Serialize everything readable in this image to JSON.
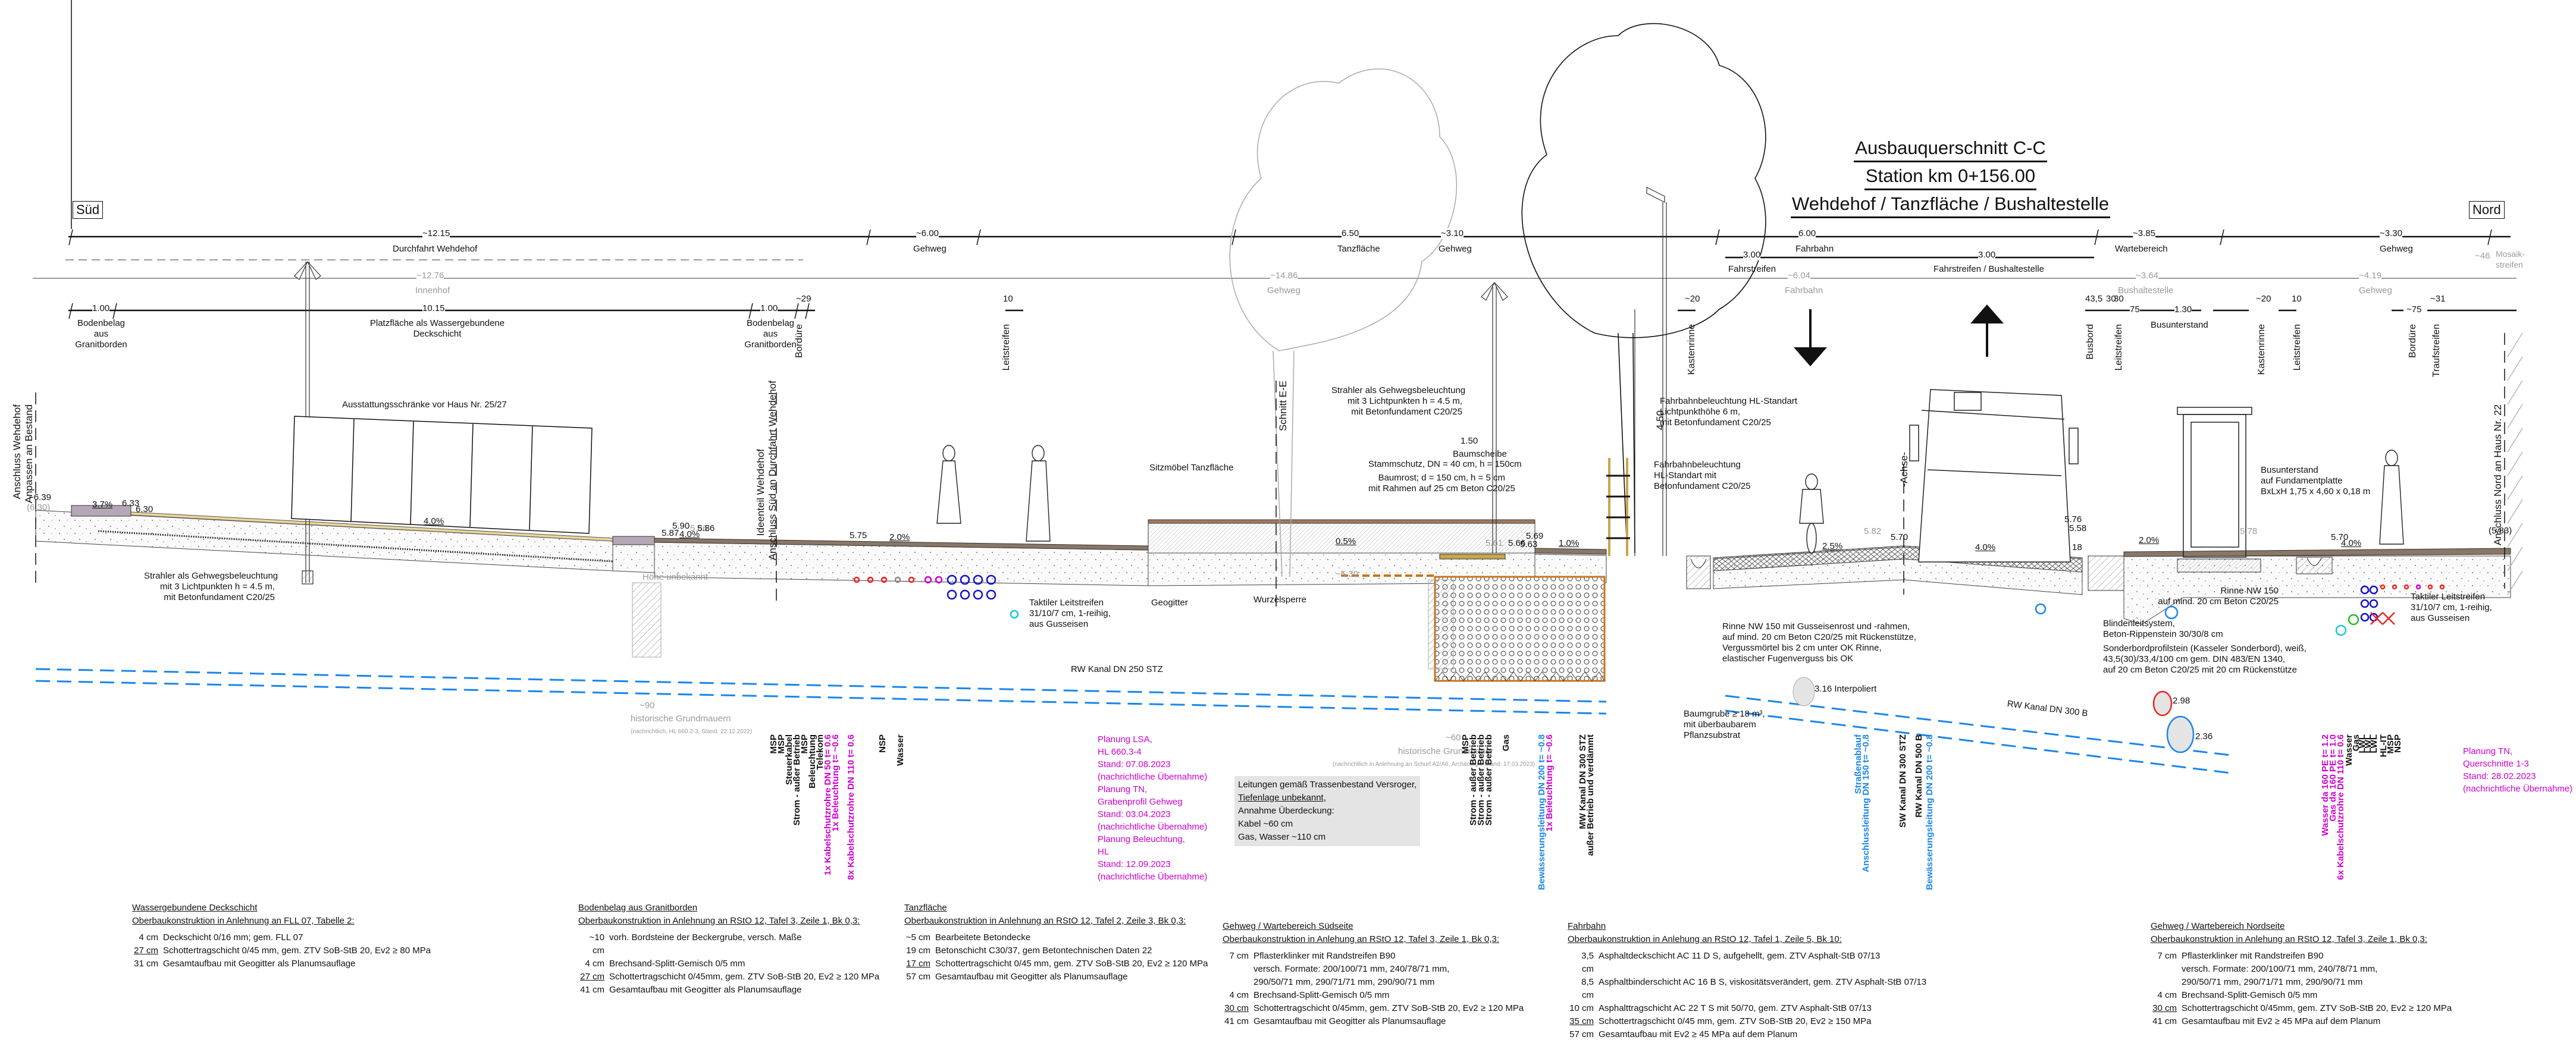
{
  "title": {
    "line1": "Ausbauquerschnitt C-C",
    "line2": "Station km 0+156.00",
    "line3": "Wehdehof / Tanzfläche / Bushaltestelle"
  },
  "directions": {
    "south": "Süd",
    "north": "Nord"
  },
  "dimensions_top": [
    {
      "value": "~12.15",
      "label": "Durchfahrt Wehdehof"
    },
    {
      "value": "~6.00",
      "label": "Gehweg"
    },
    {
      "value": "6.50",
      "label": "Tanzfläche"
    },
    {
      "value": "~3.10",
      "label": "Gehweg"
    },
    {
      "value": "6.00",
      "label": "Fahrbahn"
    },
    {
      "value": "~3.85",
      "label": "Wartebereich"
    },
    {
      "value": "~3.30",
      "label": "Gehweg"
    }
  ],
  "dimensions_lanes": [
    {
      "value": "3.00",
      "label": "Fahrstreifen"
    },
    {
      "value": "3.00",
      "label": "Fahrstreifen / Bushaltestelle"
    }
  ],
  "dimensions_existing": [
    {
      "value": "~12.76",
      "label": "Innenhof"
    },
    {
      "value": "~14.86",
      "label": "Gehweg"
    },
    {
      "value": "~6.04",
      "label": "Fahrbahn"
    },
    {
      "value": "~3.64",
      "label": "Bushaltestelle"
    },
    {
      "value": "~4.19",
      "label": "Gehweg"
    },
    {
      "value": "~46",
      "label": "Mosaik-streifen"
    }
  ],
  "dimensions_detail": [
    {
      "value": "1.00",
      "label": "Bodenbelag aus Granitborden"
    },
    {
      "value": "10.15",
      "label": "Platzfläche als Wassergebundene Deckschicht"
    },
    {
      "value": "1.00",
      "label": "Bodenbelag aus Granitborden"
    },
    {
      "value": "~29",
      "label": "Bordüre"
    },
    {
      "value": "10",
      "label": "Leitstreifen"
    },
    {
      "value": "~20",
      "label": "Kastenrinne"
    },
    {
      "value": "43,5",
      "label": "Busbord"
    },
    {
      "value": "30",
      "label": ""
    },
    {
      "value": "30",
      "label": "Leitstreifen"
    },
    {
      "value": "75",
      "label": ""
    },
    {
      "value": "1.30",
      "label": "Busunterstand"
    },
    {
      "value": "~20",
      "label": "Kastenrinne"
    },
    {
      "value": "10",
      "label": "Leitstreifen"
    },
    {
      "value": "~75",
      "label": "Bordüre"
    },
    {
      "value": "~31",
      "label": "Traufstreifen"
    }
  ],
  "vertical_labels": {
    "anschluss_wehdehof": "Anschluss Wehdehof",
    "anpassen": "Anpassen an Bestand",
    "ideenteil": "Ideenteil Wehdehof",
    "anschluss_sued": "Anschluss Süd an Durchfahrt Wehdehof",
    "schnitt": "Schnitt E-E",
    "achse": "-Achse-",
    "anschluss_nord": "Anschluss Nord an Haus Nr. 22",
    "height_450": "4.50"
  },
  "elevations": [
    "~6.39",
    "(6.30)",
    "6.33",
    "6.30",
    "5.87",
    "5.90",
    "5.86",
    "5.86",
    "5.75",
    "5.69",
    "5.61",
    "5.66",
    "5.63",
    "5.82",
    "5.70",
    "5.76",
    "5.58",
    "5.78",
    "5.70",
    "(5.83)",
    "~5.30"
  ],
  "slopes": [
    "3.7%",
    "4.0%",
    "4.0%",
    "2.0%",
    "0.5%",
    "1.0%",
    "2.5%",
    "4.0%",
    "2.0%",
    "4.0%"
  ],
  "annotations": {
    "schraenke": "Ausstattungsschränke vor Haus Nr. 25/27",
    "strahler_left": [
      "Strahler als Gehwegsbeleuchtung",
      "mit 3 Lichtpunkten h = 4.5 m,",
      "mit Betonfundament C20/25"
    ],
    "strahler_mid": [
      "Strahler als Gehwegsbeleuchtung",
      "mit 3 Lichtpunkten h = 4.5 m,",
      "mit Betonfundament C20/25"
    ],
    "hoehe_unbekannt": "Höhe unbekannt",
    "taktil_left": [
      "Taktiler Leitstreifen",
      "31/10/7 cm, 1-reihig,",
      "aus Gusseisen"
    ],
    "geogitter": "Geogitter",
    "sitzmoebel": "Sitzmöbel Tanzfläche",
    "wurzelsperre": "Wurzelsperre",
    "baumscheibe_dim": "1.50",
    "baumscheibe": "Baumscheibe",
    "stammschutz": "Stammschutz, DN = 40 cm, h = 150cm",
    "baumrost": [
      "Baumrost; d = 150 cm, h = 5 cm",
      "mit Rahmen auf 25 cm Beton C20/25"
    ],
    "fahrbahn_bel_1": [
      "Fahrbahnbeleuchtung HL-Standart",
      "Lichtpunkthöhe 6 m,",
      "mit Betonfundament C20/25"
    ],
    "fahrbahn_bel_2": [
      "Fahrbahnbeleuchtung",
      "HL-Standart mit",
      "Betonfundament C20/25"
    ],
    "rinne_left": [
      "Rinne NW 150 mit Gusseisenrost und -rahmen,",
      "auf mind. 20 cm Beton C20/25 mit Rückenstütze,",
      "Vergussmörtel bis 2 cm unter OK Rinne,",
      "elastischer Fugenverguss bis OK"
    ],
    "baumgrube": [
      "Baumgrube ≥ 18 m³,",
      "mit überbaubarem",
      "Pflanzsubstrat"
    ],
    "rinne_right": [
      "Rinne NW 150",
      "auf mind. 20 cm Beton C20/25"
    ],
    "blindenleit": [
      "Blindenleitsystem,",
      "Beton-Rippenstein 30/30/8 cm"
    ],
    "sonderbord": [
      "Sonderbordprofilstein (Kasseler Sonderbord), weiß,",
      "43,5(30)/33,4/100 cm gem. DIN 483/EN 1340,",
      "auf 20 cm Beton C20/25 mit 20 cm Rückenstütze"
    ],
    "busunterstand": [
      "Busunterstand",
      "auf Fundamentplatte",
      "BxLxH 1,75  x 4,60 x 0,18 m"
    ],
    "taktil_right": [
      "Taktiler Leitstreifen",
      "31/10/7 cm, 1-reihig,",
      "aus Gusseisen"
    ],
    "bus_height": "18"
  },
  "pipes": {
    "rw_250": "RW Kanal DN 250 STZ",
    "rw_300": "RW Kanal DN 300 B",
    "interpoliert": "3.16 Interpoliert",
    "elev_298": "2.98",
    "elev_236": "2.36"
  },
  "historic": {
    "left_dim": "~90",
    "left_label": "historische Grundmauern",
    "left_note": "(nachrichtlich, HL 660.2-3, Stand: 22.12.2022)",
    "right_dim": "~60",
    "right_label": "historische Grundmauer",
    "right_note": "(nachrichtlich in Anlehnung an Schurf A2/A6, Archäologie Stand: 17.03.2023)"
  },
  "utilities_left": [
    {
      "text": "MSP",
      "color": "black"
    },
    {
      "text": "MSP",
      "color": "black"
    },
    {
      "text": "Steuerkabel",
      "color": "black"
    },
    {
      "text": "Strom - außer Betrieb",
      "color": "black"
    },
    {
      "text": "MSP",
      "color": "black"
    },
    {
      "text": "Beleuchtung",
      "color": "black"
    },
    {
      "text": "Telekom",
      "color": "black"
    },
    {
      "text": "1x Kabelschutzrohre DN 50 t= 0.6",
      "color": "magenta"
    },
    {
      "text": "1x Beleuchtung t= ~0.6",
      "color": "magenta"
    },
    {
      "text": "8x Kabelschutzrohre DN 110 t= 0.6",
      "color": "magenta"
    },
    {
      "text": "NSP",
      "color": "black"
    },
    {
      "text": "Wasser",
      "color": "black"
    }
  ],
  "utilities_mid": [
    {
      "text": "MSP",
      "color": "black"
    },
    {
      "text": "Strom - außer Betrieb",
      "color": "black"
    },
    {
      "text": "Strom - außer Betrieb",
      "color": "black"
    },
    {
      "text": "Strom - außer Betrieb",
      "color": "black"
    },
    {
      "text": "Gas",
      "color": "black"
    },
    {
      "text": "Bewässerungsleitung DN 200  t= ~0.8",
      "color": "blue"
    },
    {
      "text": "1x Beleuchtung  t= ~0.6",
      "color": "magenta"
    },
    {
      "text": "MW Kanal DN 300 STZ",
      "color": "black"
    },
    {
      "text": "außer Betrieb und verdämmt",
      "color": "black"
    },
    {
      "text": "Straßenablauf",
      "color": "blue"
    },
    {
      "text": "Anschlussleitung DN 150 t= ~0.8",
      "color": "blue"
    },
    {
      "text": "SW Kanal DN 300 STZ",
      "color": "black"
    },
    {
      "text": "RW Kanal DN 500 B",
      "color": "black"
    },
    {
      "text": "Bewässerungsleitung DN 200 t= ~0.8",
      "color": "blue"
    },
    {
      "text": "Wasser da 160 PE t= 1.2",
      "color": "magenta"
    },
    {
      "text": "Gas da 160 PE t= 1.0",
      "color": "magenta"
    },
    {
      "text": "6x Kabelschutzrohre DN 110 t= 0.6",
      "color": "magenta"
    },
    {
      "text": "Wasser",
      "color": "black"
    },
    {
      "text": "Gas",
      "color": "black"
    },
    {
      "text": "LWL",
      "color": "black"
    },
    {
      "text": "LWL",
      "color": "black"
    },
    {
      "text": "LWL",
      "color": "black"
    },
    {
      "text": "HL-IT",
      "color": "black"
    },
    {
      "text": "MSP",
      "color": "black"
    },
    {
      "text": "NSP",
      "color": "black"
    }
  ],
  "planning_notes_left": [
    "Planung LSA,",
    "HL 660.3-4",
    "Stand: 07.08.2023",
    "(nachrichtliche Übernahme)",
    "Planung TN,",
    "Grabenprofil Gehweg",
    "Stand: 03.04.2023",
    "(nachrichtliche Übernahme)",
    "Planung Beleuchtung,",
    "HL",
    "Stand: 12.09.2023",
    "(nachrichtliche Übernahme)"
  ],
  "planning_notes_right": [
    "Planung TN,",
    "Querschnitte 1-3",
    "Stand: 28.02.2023",
    "(nachrichtliche Übernahme)"
  ],
  "leitungen_box": [
    "Leitungen gemäß Trassenbestand Versroger,",
    "Tiefenlage unbekannt,",
    "Annahme Überdeckung:",
    "Kabel ~60 cm",
    "Gas, Wasser ~110 cm"
  ],
  "legends": [
    {
      "title": "Wassergebundene Deckschicht",
      "subtitle": "Oberbaukonstruktion in Anlehnung an FLL 07, Tabelle 2:",
      "rows": [
        {
          "t": "4 cm",
          "d": "Deckschicht 0/16 mm; gem. FLL 07"
        },
        {
          "t": "27 cm",
          "d": "Schottertragschicht 0/45 mm, gem. ZTV SoB-StB 20, Ev2 ≥ 80 MPa",
          "ul": true
        },
        {
          "t": "31 cm",
          "d": "Gesamtaufbau mit Geogitter als Planumsauflage"
        }
      ]
    },
    {
      "title": "Bodenbelag aus Granitborden",
      "subtitle": "Oberbaukonstruktion in Anlehnung an RStO 12, Tafel 3, Zeile 1, Bk 0,3:",
      "rows": [
        {
          "t": "~10 cm",
          "d": "vorh. Bordsteine der Beckergrube, versch. Maße"
        },
        {
          "t": "4 cm",
          "d": "Brechsand-Splitt-Gemisch 0/5 mm"
        },
        {
          "t": "27 cm",
          "d": "Schottertragschicht 0/45mm, gem. ZTV SoB-StB 20, Ev2 ≥ 120 MPa",
          "ul": true
        },
        {
          "t": "41 cm",
          "d": "Gesamtaufbau mit Geogitter als Planumsauflage"
        }
      ]
    },
    {
      "title": "Tanzfläche",
      "subtitle": "Oberbaukonstruktion in Anlehnung an RStO 12, Tafel 2, Zeile 3, Bk 0,3:",
      "rows": [
        {
          "t": "~5 cm",
          "d": "Bearbeitete Betondecke"
        },
        {
          "t": "19 cm",
          "d": "Betonschicht C30/37, gem Betontechnischen Daten 22"
        },
        {
          "t": "17 cm",
          "d": "Schottertragschicht 0/45 mm, gem. ZTV SoB-StB 20, Ev2 ≥ 120 MPa",
          "ul": true
        },
        {
          "t": "57 cm",
          "d": "Gesamtaufbau mit Geogitter als Planumsauflage"
        }
      ]
    },
    {
      "title": "Gehweg / Wartebereich Südseite",
      "subtitle": "Oberbaukonstruktion in Anlehung an RStO 12, Tafel 3, Zeile 1, Bk 0,3:",
      "rows": [
        {
          "t": "7 cm",
          "d": "Pflasterklinker mit Randstreifen B90"
        },
        {
          "t": "",
          "d": "versch. Formate: 200/100/71 mm, 240/78/71 mm,"
        },
        {
          "t": "",
          "d": "290/50/71 mm, 290/71/71 mm, 290/90/71 mm"
        },
        {
          "t": "4 cm",
          "d": "Brechsand-Splitt-Gemisch 0/5 mm"
        },
        {
          "t": "30 cm",
          "d": "Schottertragschicht 0/45mm, gem. ZTV SoB-StB 20, Ev2 ≥ 120 MPa",
          "ul": true
        },
        {
          "t": "41 cm",
          "d": "Gesamtaufbau mit Geogitter als Planumsauflage"
        }
      ]
    },
    {
      "title": "Fahrbahn",
      "subtitle": "Oberbaukonstruktion in Anlehung an RStO 12, Tafel 1, Zeile 5, Bk 10:",
      "rows": [
        {
          "t": "3,5 cm",
          "d": "Asphaltdeckschicht AC 11 D S, aufgehellt, gem. ZTV Asphalt-StB 07/13"
        },
        {
          "t": "8,5 cm",
          "d": "Asphaltbinderschicht AC 16 B S, viskositätsverändert, gem. ZTV Asphalt-StB 07/13"
        },
        {
          "t": "10 cm",
          "d": "Asphalttragschicht AC 22 T S mit 50/70, gem. ZTV Asphalt-StB 07/13"
        },
        {
          "t": "35 cm",
          "d": "Schottertragschicht 0/45 mm, gem. ZTV SoB-StB 20, Ev2 ≥ 150 MPa",
          "ul": true
        },
        {
          "t": "57 cm",
          "d": "Gesamtaufbau mit Ev2 ≥ 45 MPa auf dem Planum"
        }
      ]
    },
    {
      "title": "Gehweg / Wartebereich Nordseite",
      "subtitle": "Oberbaukonstruktion in Anlehung an RStO 12, Tafel 3, Zeile 1, Bk 0,3:",
      "rows": [
        {
          "t": "7 cm",
          "d": "Pflasterklinker mit Randstreifen B90"
        },
        {
          "t": "",
          "d": "versch. Formate: 200/100/71 mm, 240/78/71 mm,"
        },
        {
          "t": "",
          "d": "290/50/71 mm, 290/71/71 mm, 290/90/71 mm"
        },
        {
          "t": "4 cm",
          "d": "Brechsand-Splitt-Gemisch 0/5 mm"
        },
        {
          "t": "30 cm",
          "d": "Schottertragschicht 0/45mm, gem. ZTV SoB-StB 20, Ev2 ≥ 120 MPa",
          "ul": true
        },
        {
          "t": "41 cm",
          "d": "Gesamtaufbau mit Ev2 ≥ 45 MPa auf dem Planum"
        }
      ]
    }
  ],
  "colors": {
    "line": "#111111",
    "existing": "#9a9a9a",
    "planning": "#cc00cc",
    "water": "#1a86e8",
    "paving": "#8b7766",
    "wood": "#b8953a",
    "root_barrier": "#c8741a",
    "removed": "#ee2222"
  }
}
